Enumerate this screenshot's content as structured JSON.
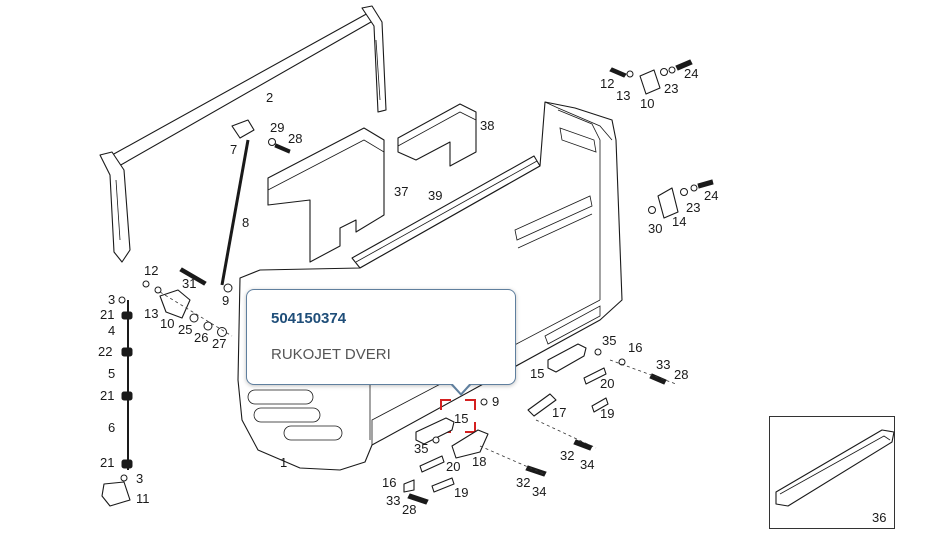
{
  "tooltip": {
    "part_number": "504150374",
    "description": "RUKOJET DVERI"
  },
  "colors": {
    "tooltip_border": "#5f7f9e",
    "part_number_text": "#1f4e79",
    "description_text": "#555555",
    "highlight": "#d42020"
  },
  "callouts": {
    "c1": "1",
    "c2": "2",
    "c3a": "3",
    "c3b": "3",
    "c4": "4",
    "c5": "5",
    "c6": "6",
    "c7": "7",
    "c8": "8",
    "c9a": "9",
    "c9b": "9",
    "c10a": "10",
    "c10b": "10",
    "c11": "11",
    "c12a": "12",
    "c12b": "12",
    "c13a": "13",
    "c13b": "13",
    "c14": "14",
    "c15a": "15",
    "c15b": "15",
    "c16a": "16",
    "c16b": "16",
    "c17": "17",
    "c18": "18",
    "c19a": "19",
    "c19b": "19",
    "c20a": "20",
    "c20b": "20",
    "c21a": "21",
    "c21b": "21",
    "c21c": "21",
    "c22": "22",
    "c23a": "23",
    "c23b": "23",
    "c24a": "24",
    "c24b": "24",
    "c25": "25",
    "c26": "26",
    "c27": "27",
    "c28a": "28",
    "c28b": "28",
    "c28c": "28",
    "c29": "29",
    "c30": "30",
    "c31": "31",
    "c32a": "32",
    "c32b": "32",
    "c33a": "33",
    "c33b": "33",
    "c34a": "34",
    "c34b": "34",
    "c35a": "35",
    "c35b": "35",
    "c36": "36",
    "c37": "37",
    "c38": "38",
    "c39": "39"
  }
}
